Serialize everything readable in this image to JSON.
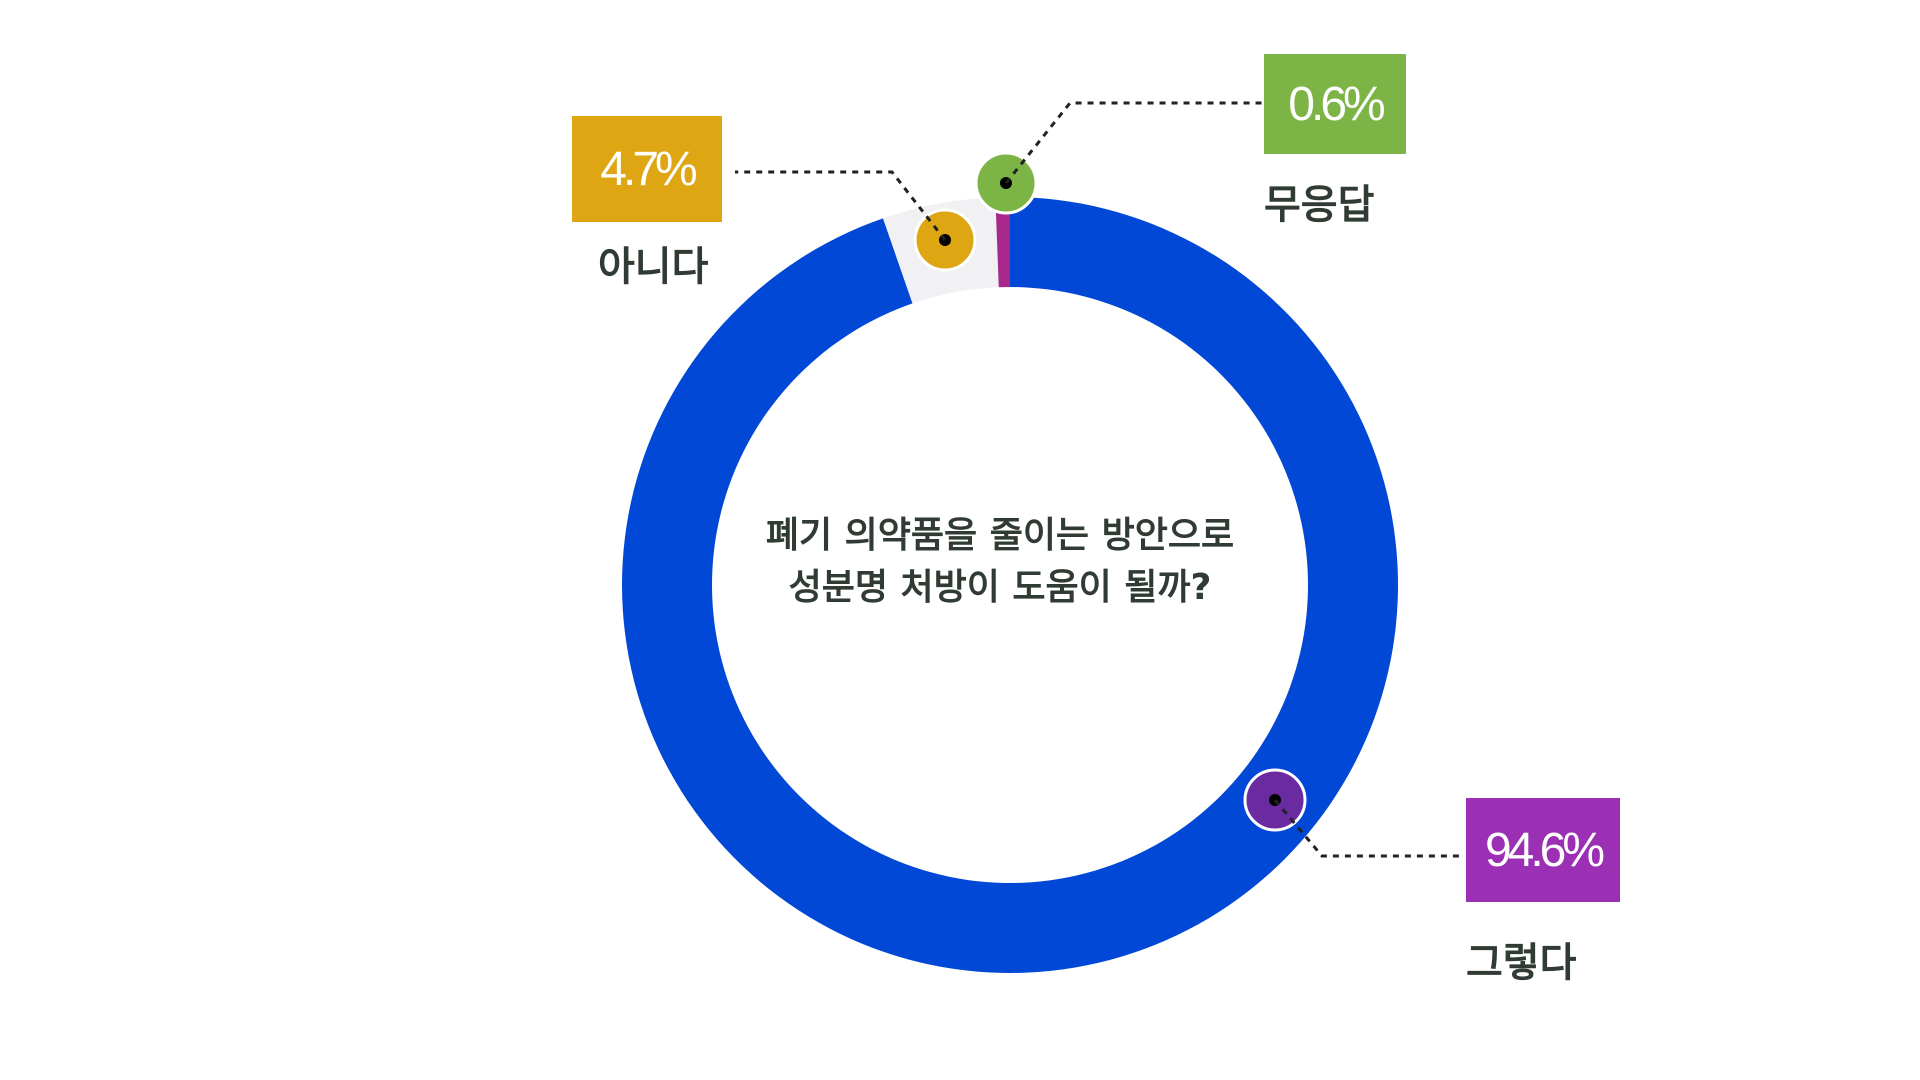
{
  "chart_data": {
    "type": "pie",
    "center_text": [
      "폐기 의약품을 줄이는 방안으로",
      "성분명 처방이 도움이 될까?"
    ],
    "slices": [
      {
        "label": "그렇다",
        "value": 94.6,
        "value_label": "94.6%",
        "color": "#0148d6",
        "badge_color": "#9b30b4",
        "marker_color": "#6a2aa0"
      },
      {
        "label": "아니다",
        "value": 4.7,
        "value_label": "4.7%",
        "color": "#f1f1f3",
        "badge_color": "#dea612",
        "marker_color": "#dea612"
      },
      {
        "label": "무응답",
        "value": 0.6,
        "value_label": "0.6%",
        "color": "#a8288c",
        "badge_color": "#7db446",
        "marker_color": "#7db446"
      }
    ]
  }
}
